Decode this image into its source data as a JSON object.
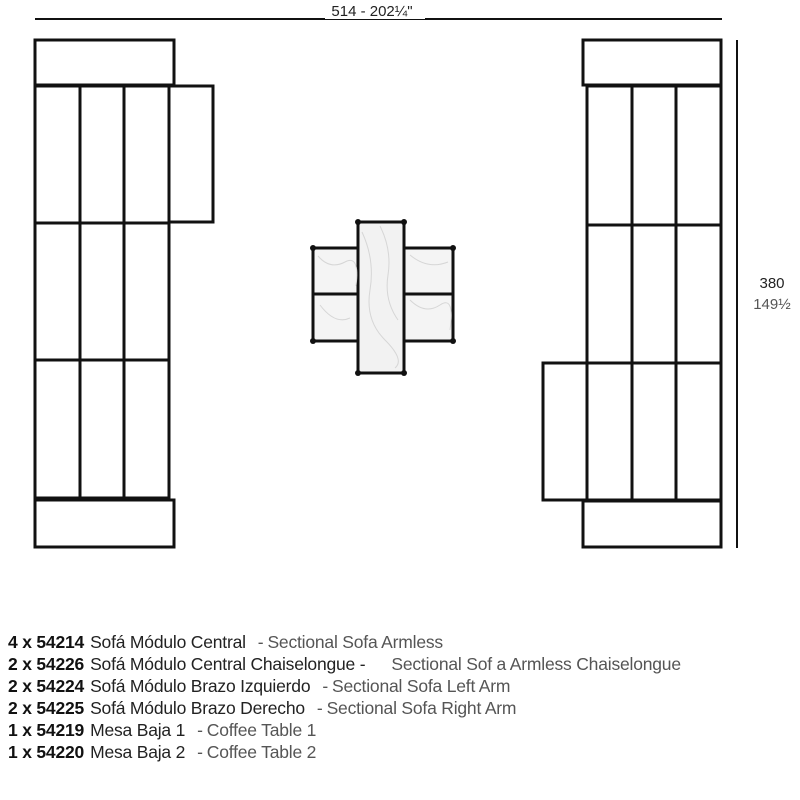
{
  "dimensions": {
    "width_label": "514 - 202¼\"",
    "height_label": "380",
    "height_label_imperial": "149½"
  },
  "parts": [
    {
      "qty_code": "4 x 54214",
      "name_es": "Sofá Módulo Central",
      "sep": "-",
      "name_en": "Sectional Sofa Armless"
    },
    {
      "qty_code": "2 x 54226",
      "name_es": "Sofá Módulo Central Chaiselongue -",
      "sep": "",
      "name_en": "Sectional Sof a Armless Chaiselongue"
    },
    {
      "qty_code": "2 x 54224",
      "name_es": "Sofá Módulo Brazo Izquierdo",
      "sep": "-",
      "name_en": "Sectional Sofa  Left Arm"
    },
    {
      "qty_code": "2 x 54225",
      "name_es": "Sofá Módulo Brazo Derecho",
      "sep": "-",
      "name_en": "Sectional Sofa  Right Arm"
    },
    {
      "qty_code": "1 x 54219",
      "name_es": "Mesa Baja 1",
      "sep": "-",
      "name_en": "Coffee Table 1"
    },
    {
      "qty_code": "1 x 54220",
      "name_es": "Mesa Baja 2",
      "sep": "-",
      "name_en": "Coffee Table 2"
    }
  ],
  "colors": {
    "line": "#111111",
    "marble": "#f2f2f2",
    "marble_vein": "#dcdcdc"
  }
}
